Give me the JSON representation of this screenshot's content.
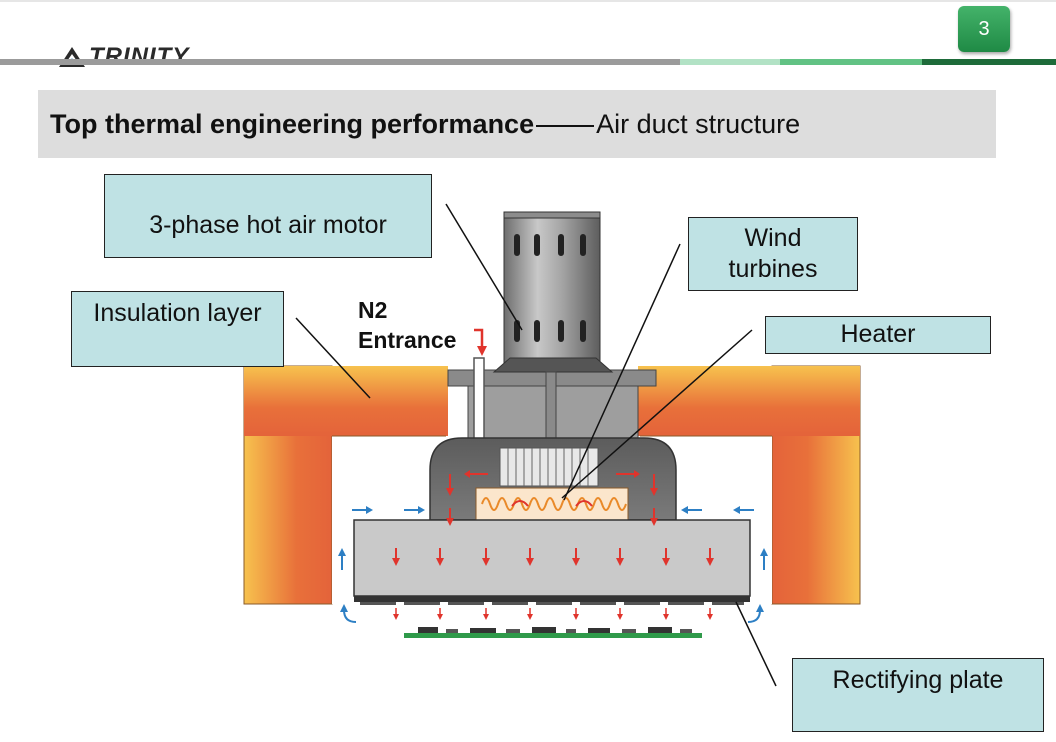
{
  "header": {
    "brand": "TRINITY",
    "page_number": "3",
    "bar_colors": [
      "#9b9b9b",
      "#b2e2c5",
      "#62c284",
      "#1e6b3a"
    ]
  },
  "title": {
    "bold": "Top thermal engineering performance",
    "regular": "Air duct structure"
  },
  "labels": {
    "motor": "3-phase hot air motor",
    "insulation": "Insulation layer",
    "wind": "Wind turbines",
    "heater": "Heater",
    "rectifying": "Rectifying plate",
    "n2_line1": "N2",
    "n2_line2": "Entrance"
  },
  "colors": {
    "callout_fill": "#bfe2e4",
    "insulation_outer": "#f6b447",
    "insulation_inner": "#e4633a",
    "housing": "#6b6b6b",
    "plate": "#c9c9c9",
    "heater_coil": "#e98a2a",
    "airflow_hot": "#e0342c",
    "airflow_cool": "#2d7fc4",
    "pcb": "#2f9a4a"
  }
}
